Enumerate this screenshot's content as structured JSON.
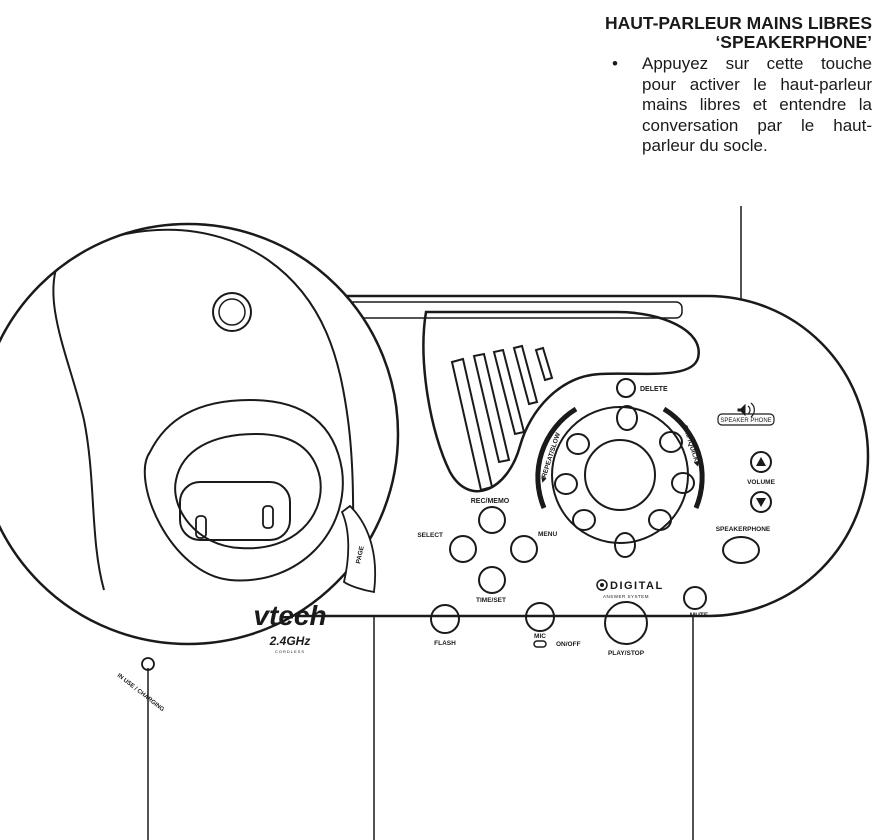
{
  "callout": {
    "title": "HAUT-PARLEUR MAINS LIBRES ‘SPEAKERPHONE’",
    "bullet": "•",
    "text": "Appuyez sur cette touche pour activer le haut-parleur mains libres et entendre la conversation par le haut-parleur du socle."
  },
  "device_labels": {
    "delete": "DELETE",
    "speaker_phone_icon": "SPEAKER PHONE",
    "volume": "VOLUME",
    "speakerphone": "SPEAKERPHONE",
    "rec_memo": "REC/MEMO",
    "select": "SELECT",
    "menu": "MENU",
    "time_set": "TIME/SET",
    "repeat_slow": "◀REPEAT/SLOW",
    "skip_quick": "SKIP/QUICK▶",
    "page": "PAGE",
    "flash": "FLASH",
    "mic": "MIC",
    "on_off": "ON/OFF",
    "digital": "DIGITAL",
    "answer_system": "ANSWER SYSTEM",
    "play_stop": "PLAY/STOP",
    "mute": "MUTE",
    "in_use_charging": "IN USE / CHARGING",
    "brand": "vtech",
    "badge": "2.4GHz",
    "badge_sub": "CORDLESS"
  },
  "icons": [
    "volume-up-icon",
    "volume-down-icon",
    "speaker-icon",
    "mic-icon",
    "digital-logo-icon"
  ]
}
